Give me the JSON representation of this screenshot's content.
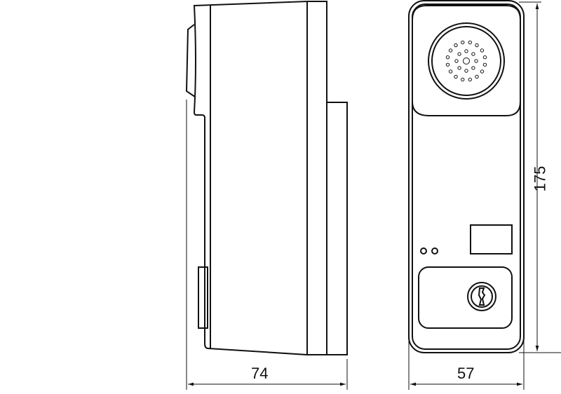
{
  "dimensions": {
    "side_depth": "74",
    "front_width": "57",
    "front_height": "175"
  },
  "colors": {
    "line": "#111111",
    "background": "#ffffff"
  }
}
